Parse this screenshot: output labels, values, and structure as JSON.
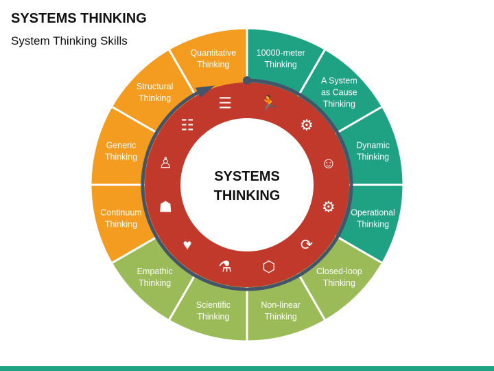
{
  "header": {
    "title": "SYSTEMS THINKING",
    "subtitle": "System Thinking Skills"
  },
  "center": {
    "line1": "SYSTEMS",
    "line2": "THINKING"
  },
  "colors": {
    "teal": "#1fa184",
    "green": "#9bbb59",
    "orange": "#f39c20",
    "red": "#c0392b",
    "arrow": "#44546a"
  },
  "segments": [
    {
      "lines": [
        "10000-meter",
        "Thinking"
      ],
      "group": "teal",
      "icon": "finish-line-runner-icon",
      "glyph": "🏃"
    },
    {
      "lines": [
        "A System",
        "as Cause",
        "Thinking"
      ],
      "group": "teal",
      "icon": "head-gear-icon",
      "glyph": "⚙"
    },
    {
      "lines": [
        "Dynamic",
        "Thinking"
      ],
      "group": "teal",
      "icon": "head-brain-icon",
      "glyph": "☺"
    },
    {
      "lines": [
        "Operational",
        "Thinking"
      ],
      "group": "teal",
      "icon": "gears-icon",
      "glyph": "⚙"
    },
    {
      "lines": [
        "Closed-loop",
        "Thinking"
      ],
      "group": "green",
      "icon": "recycle-arrows-icon",
      "glyph": "⟳"
    },
    {
      "lines": [
        "Non-linear",
        "Thinking"
      ],
      "group": "green",
      "icon": "molecule-icon",
      "glyph": "⬡"
    },
    {
      "lines": [
        "Scientific",
        "Thinking"
      ],
      "group": "green",
      "icon": "flask-icon",
      "glyph": "⚗"
    },
    {
      "lines": [
        "Empathic",
        "Thinking"
      ],
      "group": "green",
      "icon": "heart-hands-icon",
      "glyph": "♥"
    },
    {
      "lines": [
        "Continuum",
        "Thinking"
      ],
      "group": "orange",
      "icon": "reading-person-icon",
      "glyph": "☗"
    },
    {
      "lines": [
        "Generic",
        "Thinking"
      ],
      "group": "orange",
      "icon": "person-plus-icon",
      "glyph": "♙"
    },
    {
      "lines": [
        "Structural",
        "Thinking"
      ],
      "group": "orange",
      "icon": "hierarchy-icon",
      "glyph": "☷"
    },
    {
      "lines": [
        "Quantitative",
        "Thinking"
      ],
      "group": "orange",
      "icon": "clipboard-checklist-icon",
      "glyph": "☰"
    }
  ]
}
